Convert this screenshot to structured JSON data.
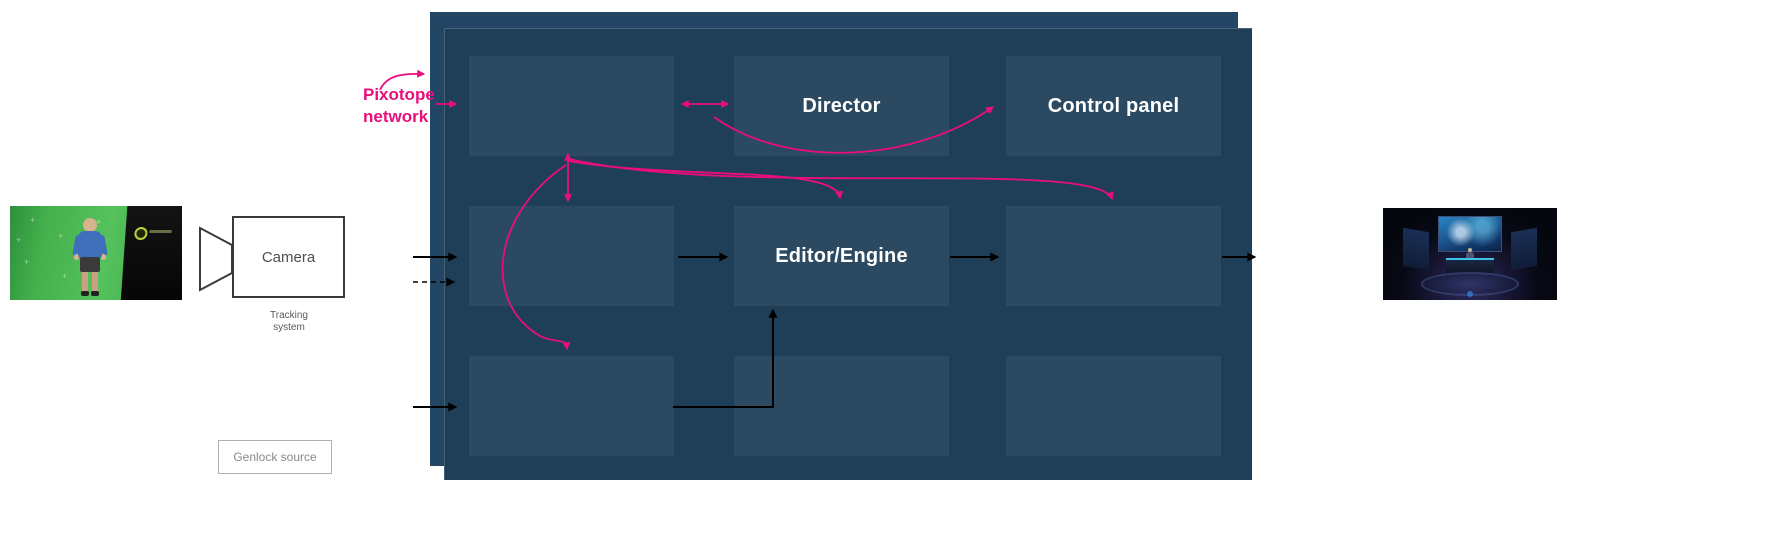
{
  "diagram": {
    "network_label": {
      "line1": "Pixotope",
      "line2": "network"
    },
    "nodes": {
      "camera": {
        "label": "Camera",
        "sublabel_line1": "Tracking",
        "sublabel_line2": "system"
      },
      "genlock": {
        "label": "Genlock source"
      },
      "director": {
        "label": "Director"
      },
      "control_panel": {
        "label": "Control panel"
      },
      "editor_engine": {
        "label": "Editor/Engine"
      }
    },
    "colors": {
      "accent_pink": "#e90e7b",
      "panel_front": "#1f3f58",
      "panel_back": "#224663",
      "arrow_black": "#000000",
      "node_text_white": "#ffffff",
      "camera_text_gray": "#4f4f4f",
      "genlock_text_gray": "#8a8a8a"
    }
  }
}
